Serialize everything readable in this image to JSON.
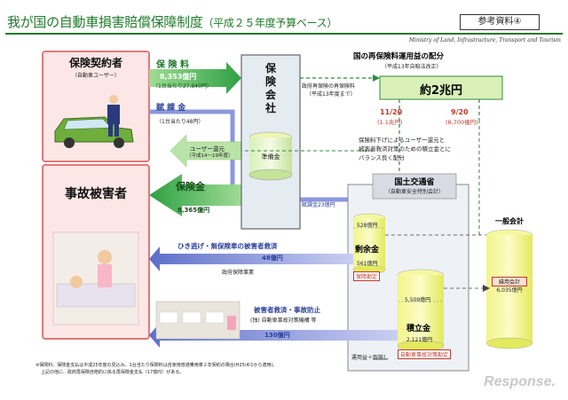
{
  "header": {
    "title": "我が国の自動車損害賠償保障制度",
    "subtitle": "（平成２５年度予算ベース）",
    "ref_label": "参考資料④",
    "ministry": "Ministry of Land, Infrastructure, Transport and Tourism"
  },
  "policyholder": {
    "title": "保険契約者",
    "sub": "（自動車ユーザー）"
  },
  "premium": {
    "label": "保 険 料",
    "amount": "8,353億円",
    "note": "（1台当たり27,840円）"
  },
  "levy": {
    "label": "賦 課 金",
    "note": "（1台当たり48円）"
  },
  "insurer": {
    "title": "保険会社",
    "reserve": "準備金"
  },
  "user_return": {
    "line1": "ユーザー還元",
    "line2": "（平成14〜19年度）"
  },
  "reins": {
    "line1": "政府再保険の再保険料",
    "line2": "（平成13年度まで）"
  },
  "reins_alloc": {
    "title": "国の再保険料運用益の配分",
    "note": "（平成13年自賠法改正）",
    "amount": "約2兆円"
  },
  "split": {
    "left_ratio": "11/20",
    "left_amount": "(1.1兆円)",
    "right_ratio": "9/20",
    "right_amount": "(8,700億円)"
  },
  "alloc_text": [
    "保険料下げによるユーザー還元と",
    "被害者救済対策のための積立金とに",
    "バランス良く配分"
  ],
  "victim": {
    "title": "事故被害者"
  },
  "payout": {
    "label": "保険金",
    "amount": "8,365億円"
  },
  "levy_transfer": "賦課金23億円",
  "mlit": {
    "title": "国土交通省",
    "sub": "（自動車安全特別会計）"
  },
  "hitrun": {
    "label": "ひき逃げ・無保険車の被害者救済",
    "amount": "48億円",
    "program": "政府保障事業"
  },
  "surplus": {
    "value": "528億円",
    "name": "剰余金",
    "amount": "561億円",
    "tag": "保障勘定"
  },
  "accum": {
    "value": "5,509億円",
    "name": "積立金",
    "amount": "2,121億円",
    "tag": "自動車事故対策勘定"
  },
  "general": {
    "title": "一般会計",
    "label": "繰用会計",
    "amount": "6,035億円"
  },
  "relief": {
    "label": "被害者救済・事故防止",
    "org": "(独) 自動車事故対策機構 等",
    "amount": "130億円"
  },
  "op": "運用益＋取崩し",
  "footnote": [
    "※保険料、保険金支払は平成25年度の見込み。1台当たり保険料は自家用普通乗用車２年契約の場合(H25/4/1から適用)。",
    "上記の他に、政府再保険自賠的に係る再保険金支払（17億円）がある。"
  ],
  "watermark": "Response.",
  "colors": {
    "accent_green": "#1f7a2a",
    "arrow_green": "#39b54a",
    "arrow_blue": "#6f7fd1",
    "pink_border": "#e07a7a",
    "tag_red": "#c0392b"
  }
}
